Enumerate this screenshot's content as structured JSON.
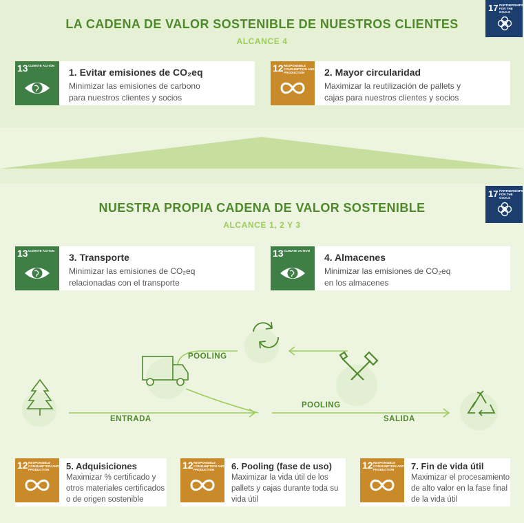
{
  "clients": {
    "title": "LA CADENA DE VALOR SOSTENIBLE DE NUESTROS CLIENTES",
    "scope": "ALCANCE 4",
    "sdg_badge": {
      "number": "17",
      "label": "PARTNERSHIPS FOR THE GOALS"
    },
    "cards": [
      {
        "sdg_number": "13",
        "sdg_label": "CLIMATE ACTION",
        "title": "1. Evitar emisiones de CO₂eq",
        "desc_line1": "Minimizar las emisiones de carbono",
        "desc_line2": "para nuestros clientes y socios"
      },
      {
        "sdg_number": "12",
        "sdg_label": "RESPONSIBLE CONSUMPTION AND PRODUCTION",
        "title": "2. Mayor circularidad",
        "desc_line1": "Maximizar la reutilización de pallets y",
        "desc_line2": "cajas para nuestros clientes y socios"
      }
    ]
  },
  "own": {
    "title": "NUESTRA PROPIA CADENA DE VALOR SOSTENIBLE",
    "scope": "ALCANCE 1, 2 Y 3",
    "sdg_badge": {
      "number": "17",
      "label": "PARTNERSHIPS FOR THE GOALS"
    },
    "cards": [
      {
        "sdg_number": "13",
        "sdg_label": "CLIMATE ACTION",
        "title": "3. Transporte",
        "desc_line1": "Minimizar las emisiones de CO₂eq",
        "desc_line2": "relacionadas con el transporte"
      },
      {
        "sdg_number": "13",
        "sdg_label": "CLIMATE ACTION",
        "title": "4. Almacenes",
        "desc_line1": "Minimizar las emisiones de CO₂eq",
        "desc_line2": "en los almacenes"
      }
    ]
  },
  "flow": {
    "pooling_top": "POOLING",
    "pooling_mid": "POOLING",
    "entrada": "ENTRADA",
    "salida": "SALIDA"
  },
  "bottom_cards": [
    {
      "sdg_number": "12",
      "sdg_label": "RESPONSIBLE CONSUMPTION AND PRODUCTION",
      "title": "5. Adquisiciones",
      "desc_line1": "Maximizar % certificado y",
      "desc_line2": "otros materiales certificados",
      "desc_line3": "o de origen sostenible"
    },
    {
      "sdg_number": "12",
      "sdg_label": "RESPONSIBLE CONSUMPTION AND PRODUCTION",
      "title": "6. Pooling (fase de uso)",
      "desc_line1": "Maximizar la vida útil de los",
      "desc_line2": "pallets y cajas durante toda su",
      "desc_line3": "vida útil"
    },
    {
      "sdg_number": "12",
      "sdg_label": "RESPONSIBLE CONSUMPTION AND PRODUCTION",
      "title": "7. Fin de vida útil",
      "desc_line1": "Maximizar el procesamiento",
      "desc_line2": "de alto valor en la fase final",
      "desc_line3": "de la vida útil"
    }
  ],
  "colors": {
    "sdg13": "#3f7e44",
    "sdg12": "#c98a2a",
    "sdg17": "#1b3e6e",
    "title_green": "#4e8a2c",
    "light_green": "#9ccc5a"
  }
}
